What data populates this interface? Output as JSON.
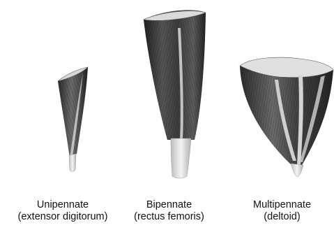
{
  "muscles": [
    {
      "name": "Unipennate",
      "example": "(extensor digitorum)"
    },
    {
      "name": "Bipennate",
      "example": "(rectus femoris)"
    },
    {
      "name": "Multipennate",
      "example": "(deltoid)"
    }
  ]
}
